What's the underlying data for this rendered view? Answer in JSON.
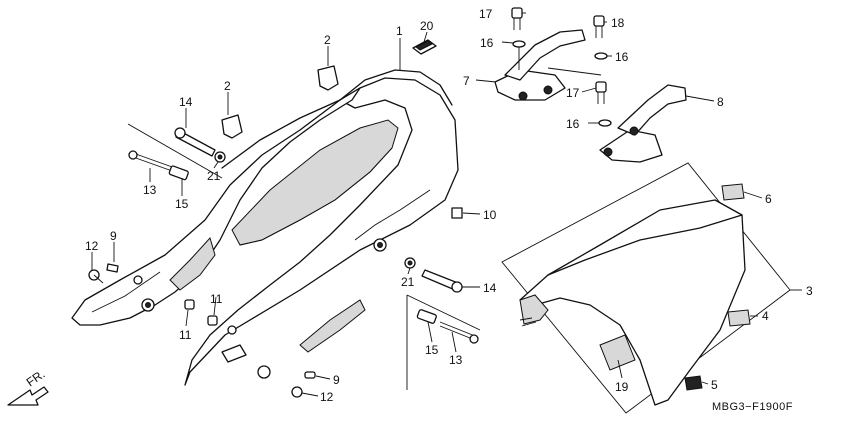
{
  "diagram": {
    "code": "MBG3−F1900F",
    "direction_label": "FR.",
    "callouts": [
      {
        "id": "c1",
        "text": "1"
      },
      {
        "id": "c20",
        "text": "20"
      },
      {
        "id": "c2a",
        "text": "2"
      },
      {
        "id": "c2b",
        "text": "2"
      },
      {
        "id": "c14a",
        "text": "14"
      },
      {
        "id": "c13a",
        "text": "13"
      },
      {
        "id": "c15a",
        "text": "15"
      },
      {
        "id": "c21a",
        "text": "21"
      },
      {
        "id": "c12a",
        "text": "12"
      },
      {
        "id": "c9a",
        "text": "9"
      },
      {
        "id": "c11a",
        "text": "11"
      },
      {
        "id": "c11b",
        "text": "11"
      },
      {
        "id": "c10",
        "text": "10"
      },
      {
        "id": "c21b",
        "text": "21"
      },
      {
        "id": "c14b",
        "text": "14"
      },
      {
        "id": "c15b",
        "text": "15"
      },
      {
        "id": "c13b",
        "text": "13"
      },
      {
        "id": "c9b",
        "text": "9"
      },
      {
        "id": "c12b",
        "text": "12"
      },
      {
        "id": "c17a",
        "text": "17"
      },
      {
        "id": "c16a",
        "text": "16"
      },
      {
        "id": "c7",
        "text": "7"
      },
      {
        "id": "c18",
        "text": "18"
      },
      {
        "id": "c16b",
        "text": "16"
      },
      {
        "id": "c17b",
        "text": "17"
      },
      {
        "id": "c16c",
        "text": "16"
      },
      {
        "id": "c8",
        "text": "8"
      },
      {
        "id": "c6",
        "text": "6"
      },
      {
        "id": "c3",
        "text": "3"
      },
      {
        "id": "c4",
        "text": "4"
      },
      {
        "id": "c5",
        "text": "5"
      },
      {
        "id": "c19",
        "text": "19"
      }
    ]
  }
}
